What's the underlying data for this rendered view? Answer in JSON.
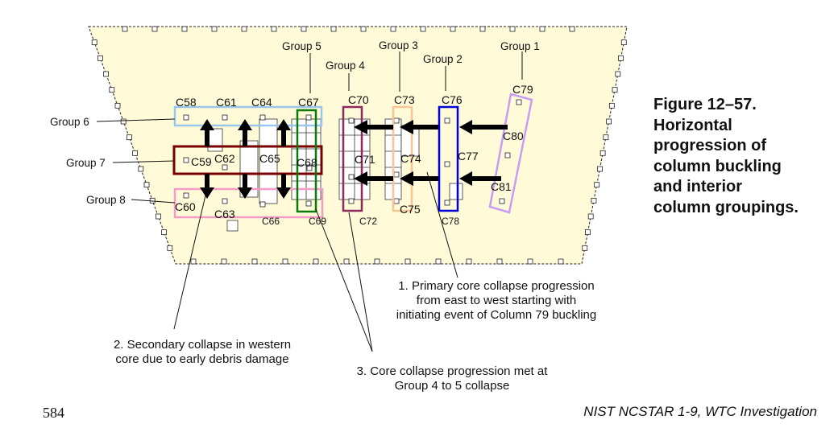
{
  "figure": {
    "caption_lines": [
      "Figure 12–57.",
      "Horizontal",
      "progression of",
      "column buckling",
      "and interior",
      "column groupings."
    ],
    "colors": {
      "floor_fill": "#fffbd9",
      "group1": "#c79cf5",
      "group2": "#0000d8",
      "group3": "#f7c498",
      "group4": "#8b2a5e",
      "group5": "#0a7a0a",
      "group6": "#9ac6ee",
      "group7": "#7a0000",
      "group8": "#f39cc8"
    },
    "groups": {
      "g1": "Group 1",
      "g2": "Group 2",
      "g3": "Group 3",
      "g4": "Group 4",
      "g5": "Group 5",
      "g6": "Group 6",
      "g7": "Group 7",
      "g8": "Group 8"
    },
    "columns": {
      "c58": "C58",
      "c59": "C59",
      "c60": "C60",
      "c61": "C61",
      "c62": "C62",
      "c63": "C63",
      "c64": "C64",
      "c65": "C65",
      "c66": "C66",
      "c67": "C67",
      "c68": "C68",
      "c69": "C69",
      "c70": "C70",
      "c71": "C71",
      "c72": "C72",
      "c73": "C73",
      "c74": "C74",
      "c75": "C75",
      "c76": "C76",
      "c77": "C77",
      "c78": "C78",
      "c79": "C79",
      "c80": "C80",
      "c81": "C81"
    },
    "notes": {
      "n1": [
        "1. Primary core collapse progression",
        "from east to west starting with",
        "initiating event of Column 79 buckling"
      ],
      "n2": [
        "2. Secondary collapse in western",
        "core due to early debris damage"
      ],
      "n3": [
        "3. Core collapse progression met at",
        "Group 4 to 5 collapse"
      ]
    }
  },
  "footer": {
    "page_number": "584",
    "document": "NIST NCSTAR 1-9, WTC Investigation"
  }
}
